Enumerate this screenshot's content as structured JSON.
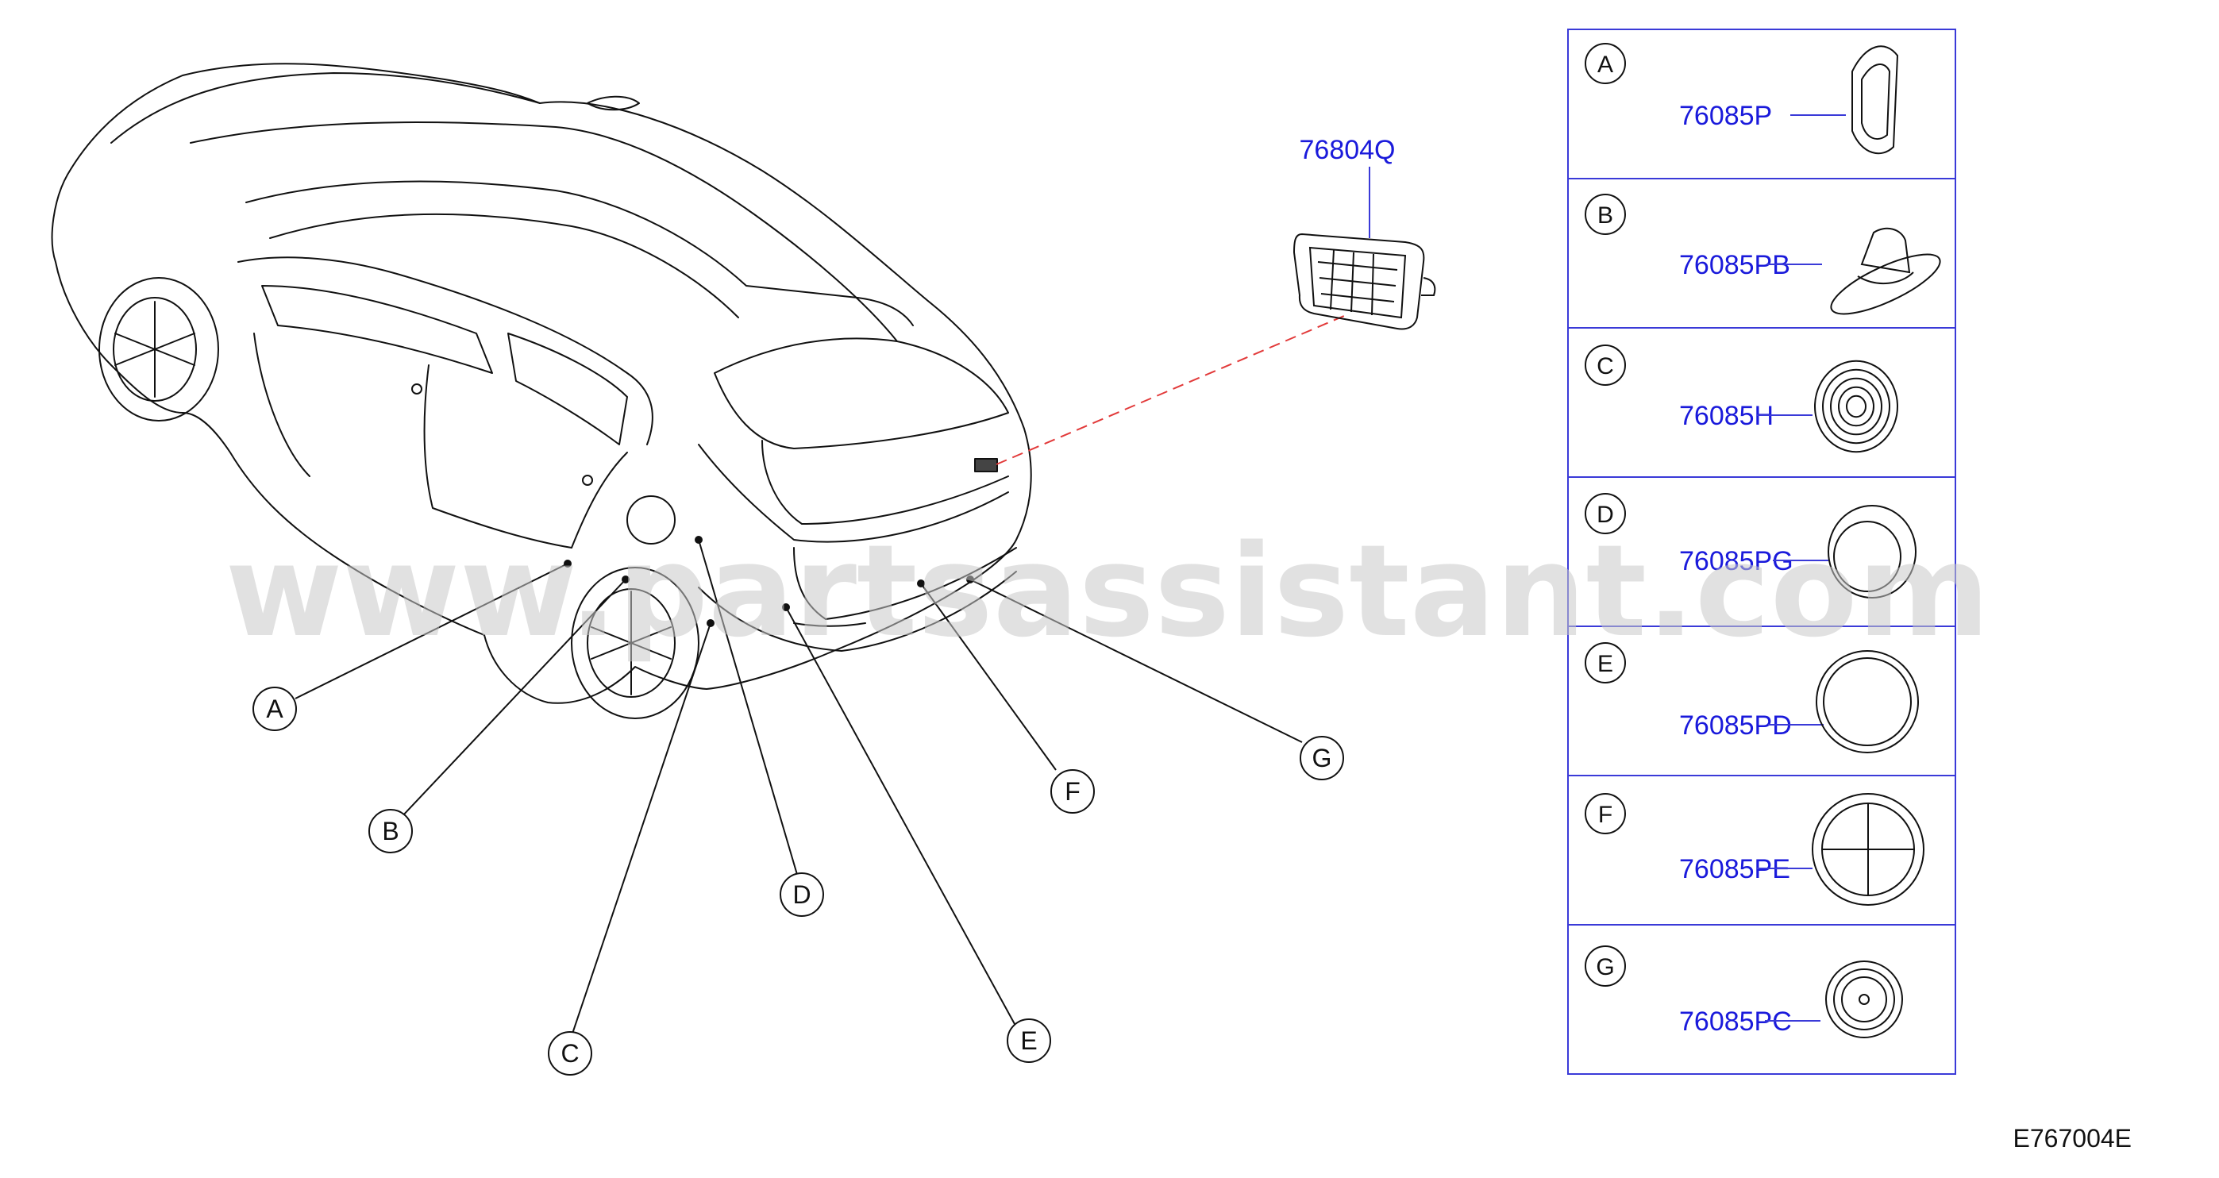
{
  "diagram_code": "E767004E",
  "watermark": "www.partsassistant.com",
  "main_part": {
    "number": "76804Q"
  },
  "legend": [
    {
      "letter": "A",
      "part": "76085P",
      "icon": "grommet-side-icon"
    },
    {
      "letter": "B",
      "part": "76085PB",
      "icon": "grommet-cone-icon"
    },
    {
      "letter": "C",
      "part": "76085H",
      "icon": "grommet-multi-ring-icon"
    },
    {
      "letter": "D",
      "part": "76085PG",
      "icon": "plug-round-icon"
    },
    {
      "letter": "E",
      "part": "76085PD",
      "icon": "plug-double-ring-icon"
    },
    {
      "letter": "F",
      "part": "76085PE",
      "icon": "plug-cross-icon"
    },
    {
      "letter": "G",
      "part": "76085PC",
      "icon": "grommet-concentric-icon"
    }
  ],
  "callouts": [
    "A",
    "B",
    "C",
    "D",
    "E",
    "F",
    "G"
  ],
  "colors": {
    "part_number": "#1a1adb",
    "legend_border": "#3a3ad8",
    "line": "#111111",
    "leader_dashed": "#e23a3a",
    "watermark": "#c8c8c8"
  }
}
